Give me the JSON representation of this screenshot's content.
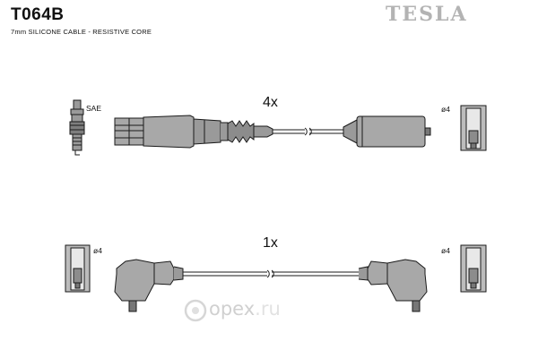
{
  "header": {
    "part_number": "T064B",
    "cable_spec": "7mm SILICONE CABLE - RESISTIVE CORE",
    "brand": "TESLA"
  },
  "top_lead": {
    "quantity": "4x",
    "plug_standard": "SAE",
    "terminal_diameter": "ø4"
  },
  "bottom_lead": {
    "quantity": "1x",
    "terminal_diameter_left": "ø4",
    "terminal_diameter_right": "ø4"
  },
  "watermark": {
    "text_main": "opex",
    "text_suffix": ".ru"
  },
  "colors": {
    "part_fill": "#a8a8a8",
    "part_fill_dark": "#8c8c8c",
    "outline": "#1a1a1a",
    "brand_gray": "#b3b3b3",
    "watermark_gray": "#d0d0d0"
  }
}
